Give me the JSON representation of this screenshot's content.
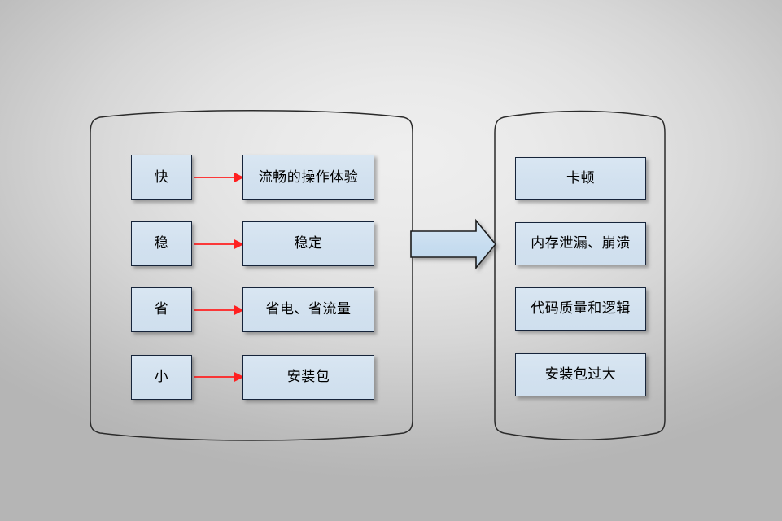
{
  "diagram": {
    "background_color": "#e8e8e8",
    "node_fill": "#d4e2f0",
    "node_border": "#16243a",
    "connector_color": "#ff2020",
    "arrow_fill": "#c5dcee",
    "cylinder_stroke": "#2b2b2b"
  },
  "left_group": {
    "name": "goals-cylinder",
    "rows": [
      {
        "goal": "快",
        "detail": "流畅的操作体验"
      },
      {
        "goal": "稳",
        "detail": "稳定"
      },
      {
        "goal": "省",
        "detail": "省电、省流量"
      },
      {
        "goal": "小",
        "detail": "安装包"
      }
    ]
  },
  "right_group": {
    "name": "problems-cylinder",
    "items": [
      {
        "label": "卡顿"
      },
      {
        "label": "内存泄漏、崩溃"
      },
      {
        "label": "代码质量和逻辑"
      },
      {
        "label": "安装包过大"
      }
    ]
  },
  "flow_arrow": {
    "name": "group-transition-arrow",
    "direction": "right"
  }
}
